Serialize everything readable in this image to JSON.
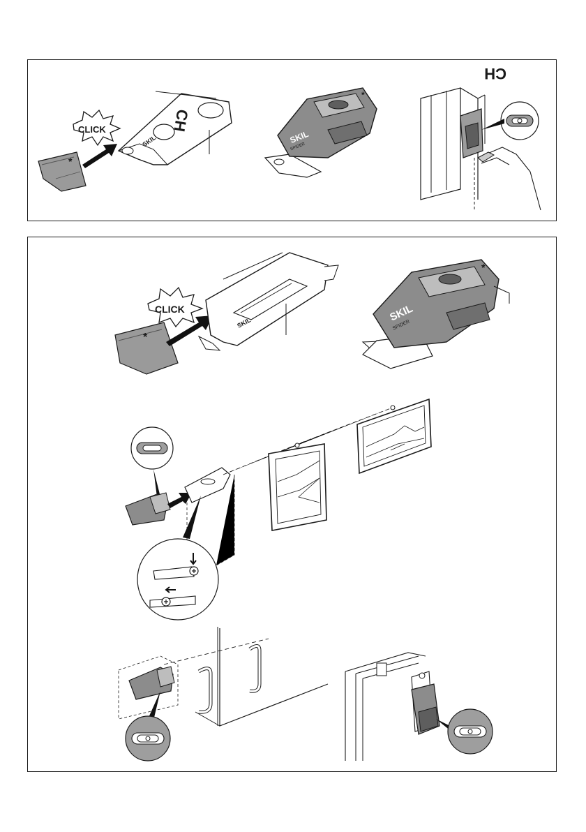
{
  "figure_a": {
    "click_text": "CLICK",
    "brand_text": "SKIL",
    "model_text": "SPIDER",
    "ch_text": "CH"
  },
  "figure_b": {
    "click_text": "CLICK",
    "brand_text": "SKIL",
    "model_text": "SPIDER"
  },
  "colors": {
    "outline": "#1a1a1a",
    "tool_body": "#8c8c8c",
    "tool_light": "#bdbdbd",
    "tool_dark": "#5e5e5e",
    "callout_fill": "#9e9e9e"
  }
}
